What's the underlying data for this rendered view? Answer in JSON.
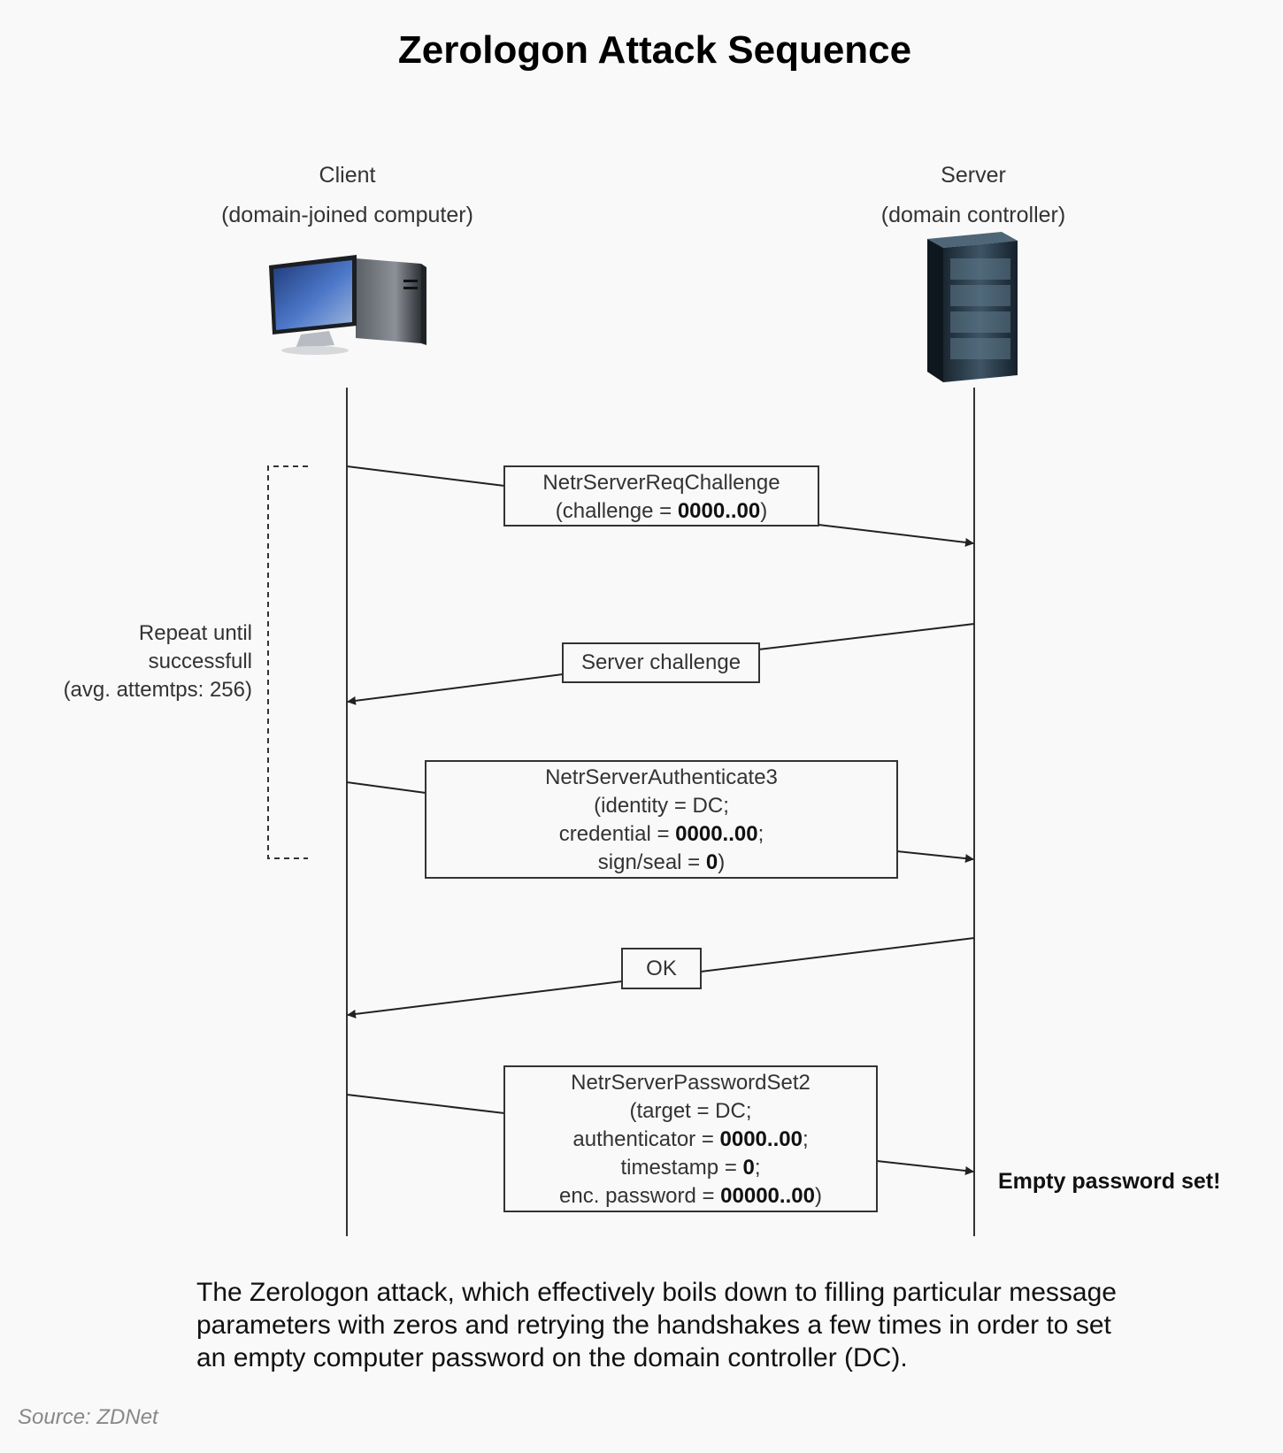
{
  "title": "Zerologon Attack Sequence",
  "actors": {
    "client": {
      "name": "Client",
      "role": "(domain-joined computer)",
      "icon": "desktop-computer-icon"
    },
    "server": {
      "name": "Server",
      "role": "(domain controller)",
      "icon": "server-rack-icon"
    }
  },
  "messages": [
    {
      "direction": "client-to-server",
      "line1": "NetrServerReqChallenge",
      "params": [
        {
          "pre": "(challenge = ",
          "bold": "0000..00",
          "post": ")"
        }
      ]
    },
    {
      "direction": "server-to-client",
      "line1": "Server challenge",
      "params": []
    },
    {
      "direction": "client-to-server",
      "line1": "NetrServerAuthenticate3",
      "params": [
        {
          "pre": "(identity = DC;",
          "bold": "",
          "post": ""
        },
        {
          "pre": "credential = ",
          "bold": "0000..00",
          "post": ";"
        },
        {
          "pre": "sign/seal = ",
          "bold": "0",
          "post": ")"
        }
      ]
    },
    {
      "direction": "server-to-client",
      "line1": "OK",
      "params": []
    },
    {
      "direction": "client-to-server",
      "line1": "NetrServerPasswordSet2",
      "params": [
        {
          "pre": "(target = DC;",
          "bold": "",
          "post": ""
        },
        {
          "pre": "authenticator = ",
          "bold": "0000..00",
          "post": ";"
        },
        {
          "pre": "timestamp = ",
          "bold": "0",
          "post": ";"
        },
        {
          "pre": "enc. password = ",
          "bold": "00000..00",
          "post": ")"
        }
      ]
    }
  ],
  "repeat_note": {
    "line1": "Repeat until",
    "line2": "successfull",
    "line3": "(avg. attemtps: 256)"
  },
  "result_note": "Empty password set!",
  "caption": "The Zerologon attack, which effectively boils down to filling particular message parameters with zeros and retrying the handshakes a few times in order to set an empty computer password on the domain controller (DC).",
  "source": "Source: ZDNet"
}
